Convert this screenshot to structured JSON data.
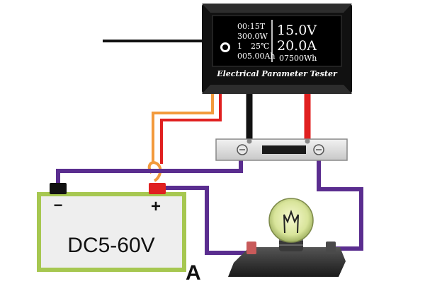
{
  "meter": {
    "time": "00:15T",
    "power": "300.0W",
    "channel": "1",
    "temperature": "25℃",
    "capacity": "005.00Ah",
    "voltage": "15.0V",
    "current": "20.0A",
    "energy": "07500Wh",
    "caption": "Electrical Parameter Tester"
  },
  "battery": {
    "label": "DC5-60V",
    "negative": "−",
    "positive": "+"
  },
  "circuit_label": "A",
  "colors": {
    "meter_body": "#111111",
    "battery_fill": "#eeeeee",
    "battery_border": "#a6c750",
    "wire_purple": "#5a2d8f",
    "wire_red": "#e02020",
    "wire_orange": "#f29a3c",
    "wire_black": "#111111",
    "lamp_glow": "#d8e49a",
    "base_dark": "#2a2a2a"
  }
}
